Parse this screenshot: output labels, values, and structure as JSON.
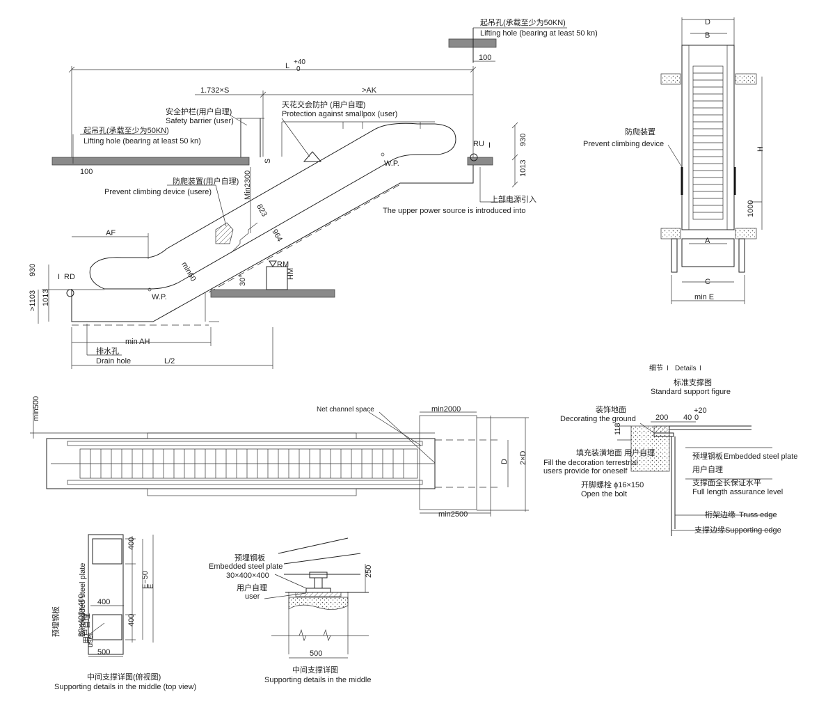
{
  "top": {
    "lift_hole_top_cn": "起吊孔(承载至少为50KN)",
    "lift_hole_top_en": "Lifting hole (bearing at least 50 kn)",
    "dim_100_top": "100",
    "L": "L",
    "L_tol_plus": "+40",
    "L_tol_zero": "0",
    "dim_1732S": "1.732×S",
    "dim_AK": ">AK",
    "barrier_cn": "安全护栏(用户自理)",
    "barrier_en": "Safety barrier (user)",
    "smallpox_cn": "天花交会防护 (用户自理)",
    "smallpox_en": "Protection against smallpox (user)",
    "lift_hole_left_cn": "起吊孔(承载至少为50KN)",
    "lift_hole_left_en": "Lifting hole (bearing at least 50 kn)",
    "dim_100_left": "100",
    "S": "S",
    "RU": "RU",
    "I_upper": "I",
    "WP_upper": "W.P.",
    "dim_930_right": "930",
    "dim_1013_right": "1013",
    "power_cn": "上部电源引入",
    "power_en": "The upper power source is introduced into",
    "climb_cn": "防爬装置(用户自理)",
    "climb_en": "Prevent climbing device (usere)",
    "min2300": "Min2300",
    "d823": "823",
    "d964": "964",
    "AF": "AF",
    "min60": "min60",
    "RM": "RM",
    "HM": "HM",
    "deg30": "30°",
    "I_lower": "I",
    "RD": "RD",
    "WP_lower": "W.P.",
    "dim_930_left": "930",
    "dim_1103": ">1103",
    "dim_1013_left": "1013",
    "minAH": "min AH",
    "drain_cn": "排水孔",
    "drain_en": "Drain hole",
    "L2": "L/2"
  },
  "right_view": {
    "D": "D",
    "B": "B",
    "climb_cn": "防爬装置",
    "climb_en": "Prevent climbing device",
    "H": "H",
    "dim_1000": "1000",
    "A": "A",
    "C": "C",
    "minE": "min E"
  },
  "plan": {
    "min500": "min500",
    "net_space": "Net channel space",
    "min2000": "min2000",
    "D": "D",
    "twoD": "2×D",
    "min2500": "min2500"
  },
  "details": {
    "title_cn": "细节",
    "title_en": "Details",
    "sep": "I",
    "std_cn": "标准支撑图",
    "std_en": "Standard support figure",
    "deco_cn": "装饰地面",
    "deco_en": "Decorating the ground",
    "dim_200": "200",
    "dim_40": "40",
    "dim_0": "0",
    "dim_plus20": "+20",
    "dim_118": "118",
    "fill_cn": "填充装潢地面 用户自理",
    "fill_en1": "Fill the decoration terrestrial",
    "fill_en2": "users provide for oneself",
    "plate_cn": "预埋钢板",
    "plate_en": "Embedded steel plate",
    "user_cn": "用户自理",
    "bolt_cn": "开脚螺栓 ϕ16×150",
    "bolt_en": "Open the bolt",
    "level_cn": "支撑面全长保证水平",
    "level_en": "Full length assurance level",
    "truss_cn": "桁架边缘",
    "truss_en": "Truss edge",
    "support_cn": "支撑边缘",
    "support_en": "Supporting edge"
  },
  "middle_top": {
    "dim_400a": "400",
    "dim_400b": "400",
    "dim_400c": "400",
    "dim_500": "500",
    "E50": "E−50",
    "E": "E",
    "plate_cn": "预埋钢板",
    "plate_en": "Embedded steel plate",
    "plate_size": "30×400×400",
    "user_cn": "用户自理",
    "user_en": "user",
    "caption_cn": "中间支撑详图(俯视图)",
    "caption_en": "Supporting details in the middle (top view)"
  },
  "middle_side": {
    "plate_cn": "预埋钢板",
    "plate_en": "Embedded steel plate",
    "plate_size": "30×400×400",
    "user_cn": "用户自理",
    "user_en": "user",
    "dim_250": "250",
    "dim_500": "500",
    "caption_cn": "中间支撑详图",
    "caption_en": "Supporting details in the middle"
  }
}
